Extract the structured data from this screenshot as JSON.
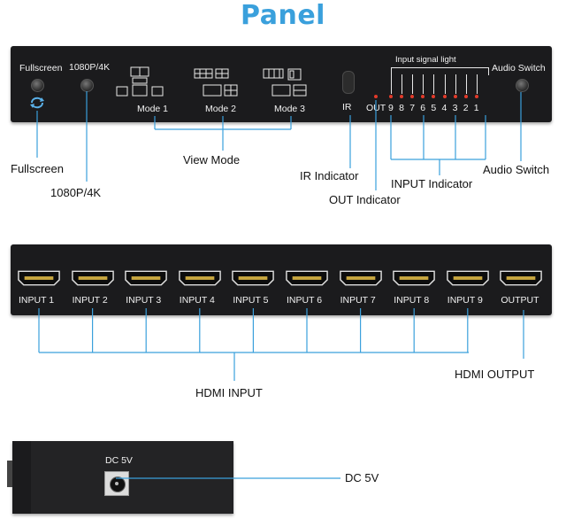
{
  "title": "Panel",
  "front_panel": {
    "fullscreen_label": "Fullscreen",
    "res_label": "1080P/4K",
    "input_signal_label": "Input signal light",
    "audio_switch_label": "Audio Switch",
    "mode1": "Mode 1",
    "mode2": "Mode 2",
    "mode3": "Mode 3",
    "ir": "IR",
    "out": "OUT",
    "led_numbers": [
      "9",
      "8",
      "7",
      "6",
      "5",
      "4",
      "3",
      "2",
      "1"
    ]
  },
  "callouts": {
    "fullscreen": "Fullscreen",
    "res": "1080P/4K",
    "view_mode": "View Mode",
    "ir_indicator": "IR Indicator",
    "out_indicator": "OUT Indicator",
    "input_indicator": "INPUT Indicator",
    "audio_switch": "Audio Switch",
    "hdmi_input": "HDMI INPUT",
    "hdmi_output": "HDMI OUTPUT",
    "dc": "DC 5V"
  },
  "back_panel": {
    "ports": [
      "INPUT 1",
      "INPUT 2",
      "INPUT 3",
      "INPUT 4",
      "INPUT 5",
      "INPUT 6",
      "INPUT 7",
      "INPUT 8",
      "INPUT 9",
      "OUTPUT"
    ]
  },
  "side_panel": {
    "dc_label": "DC 5V"
  },
  "colors": {
    "title": "#3aa0dc",
    "panel": "#1b1b1d",
    "leader": "#3aa0dc",
    "led": "#e23a2a"
  }
}
